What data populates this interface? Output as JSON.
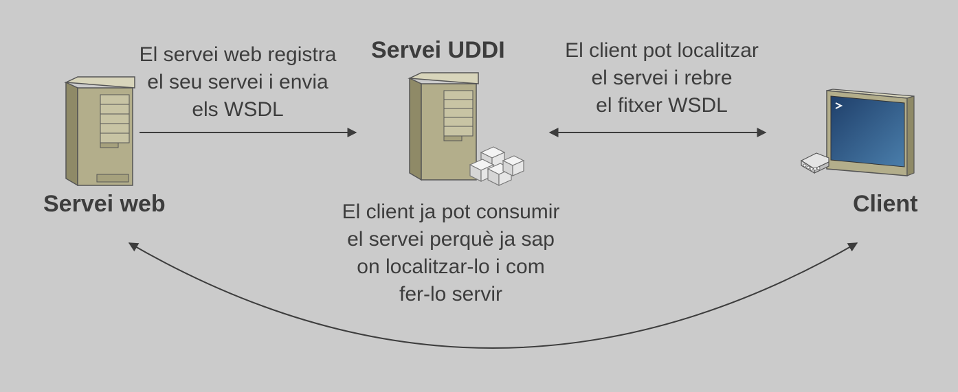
{
  "nodes": {
    "web_service": {
      "label": "Servei web",
      "icon": "server-tower-icon"
    },
    "uddi_service": {
      "label": "Servei UDDI",
      "icon": "server-tower-with-boxes-icon"
    },
    "client": {
      "label": "Client",
      "icon": "computer-monitor-icon"
    }
  },
  "edges": {
    "register": {
      "lines": [
        "El servei web registra",
        "el seu servei i envia",
        "els WSDL"
      ]
    },
    "locate": {
      "lines": [
        "El client pot localitzar",
        "el servei i rebre",
        "el fitxer WSDL"
      ]
    },
    "consume": {
      "lines": [
        "El client ja pot consumir",
        "el servei perquè ja sap",
        "on localitzar-lo i com",
        "fer-lo servir"
      ]
    }
  },
  "colors": {
    "background": "#cbcbcb",
    "text": "#3d3d3d",
    "arrow": "#3d3d3d",
    "server_body": "#b3ae8b",
    "monitor_screen": "#2f5a86"
  }
}
